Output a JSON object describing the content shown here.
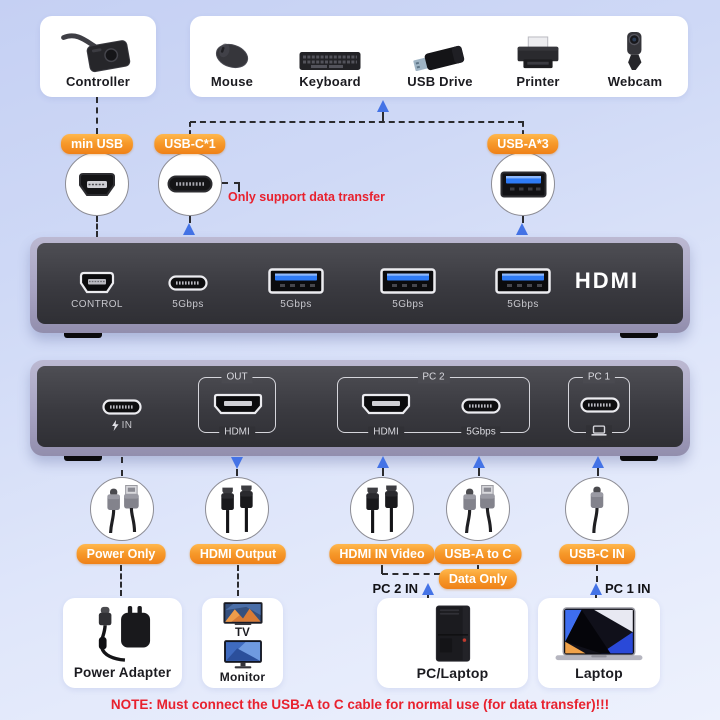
{
  "sources": {
    "controller": {
      "label": "Controller"
    },
    "devices": [
      {
        "label": "Mouse",
        "icon": "mouse-icon"
      },
      {
        "label": "Keyboard",
        "icon": "keyboard-icon"
      },
      {
        "label": "USB Drive",
        "icon": "usb-drive-icon"
      },
      {
        "label": "Printer",
        "icon": "printer-icon"
      },
      {
        "label": "Webcam",
        "icon": "webcam-icon"
      }
    ]
  },
  "connector_tags": {
    "mini_usb": "min USB",
    "usb_c": "USB-C*1",
    "usb_a": "USB-A*3"
  },
  "notes": {
    "usb_c_note": "Only support data transfer",
    "footer_note": "NOTE: Must connect the USB-A to C cable for normal use (for data transfer)!!!"
  },
  "front_panel": {
    "ports": {
      "control": "CONTROL",
      "usb_c_speed": "5Gbps",
      "usb_a1_speed": "5Gbps",
      "usb_a2_speed": "5Gbps",
      "usb_a3_speed": "5Gbps"
    },
    "logo": "HDMI"
  },
  "back_panel": {
    "power_in": "IN",
    "out_group": {
      "title": "OUT",
      "port": "HDMI"
    },
    "pc2_group": {
      "title": "PC 2",
      "hdmi": "HDMI",
      "usb_c": "5Gbps"
    },
    "pc1_group": {
      "title": "PC 1"
    }
  },
  "cable_tags": {
    "power_only": "Power Only",
    "hdmi_output": "HDMI Output",
    "hdmi_in": "HDMI IN Video",
    "usb_a_to_c": "USB-A to C",
    "usb_c_in": "USB-C IN",
    "data_only": "Data Only"
  },
  "inputs": {
    "pc2_in": "PC 2 IN",
    "pc1_in": "PC 1 IN"
  },
  "sinks": {
    "power_adapter": "Power Adapter",
    "tv": "TV",
    "monitor": "Monitor",
    "pc": "PC/Laptop",
    "laptop": "Laptop"
  },
  "colors": {
    "accent_orange": "#f79a2b",
    "arrow_blue": "#4473e6",
    "warning_red": "#e8212e",
    "panel_frame": "#a7a3c2",
    "panel_face": "#3a3a40",
    "usb_blue": "#2e7bf6"
  }
}
